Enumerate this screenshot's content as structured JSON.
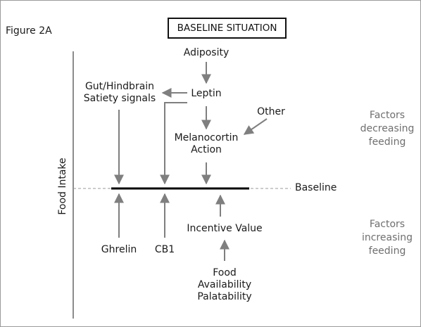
{
  "figure_label": "Figure 2A",
  "title": "BASELINE SITUATION",
  "y_axis_label": "Food Intake",
  "baseline_label": "Baseline",
  "nodes": {
    "adiposity": "Adiposity",
    "leptin": "Leptin",
    "gut_line1": "Gut/Hindbrain",
    "gut_line2": "Satiety signals",
    "other": "Other",
    "melanocortin_line1": "Melanocortin",
    "melanocortin_line2": "Action",
    "ghrelin": "Ghrelin",
    "cb1": "CB1",
    "incentive_value": "Incentive Value",
    "food_line1": "Food",
    "food_line2": "Availability",
    "food_line3": "Palatability"
  },
  "side_labels": {
    "decreasing": [
      "Factors",
      "decreasing",
      "feeding"
    ],
    "increasing": [
      "Factors",
      "increasing",
      "feeding"
    ]
  },
  "colors": {
    "arrow": "#7f7f7f",
    "baseline_bar": "#000000",
    "axis": "#8c8c8c",
    "side_text": "#6f6f6f"
  }
}
